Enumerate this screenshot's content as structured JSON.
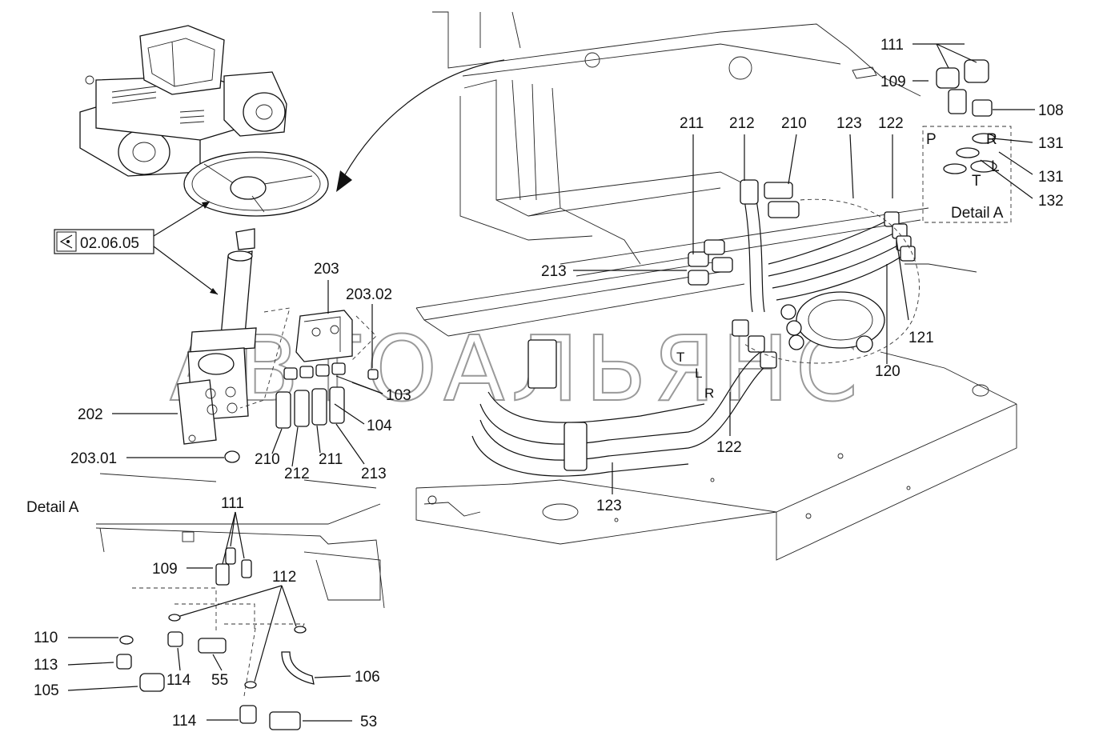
{
  "reference_box": {
    "text": "02.06.05"
  },
  "detail_label_top": "Detail A",
  "detail_label_left": "Detail A",
  "watermark": "АВТОАЛЬЯНС",
  "port_letters": {
    "p": "P",
    "r": "R",
    "l": "L",
    "t": "T"
  },
  "labels": {
    "l111_top": "111",
    "l109_top": "109",
    "l108": "108",
    "l131_a": "131",
    "l131_b": "131",
    "l132": "132",
    "l211_top": "211",
    "l212_top": "212",
    "l210_top": "210",
    "l123_top": "123",
    "l122_top": "122",
    "l213_mid": "213",
    "l121": "121",
    "l120": "120",
    "l122_bot": "122",
    "l123_bot": "123",
    "l203": "203",
    "l203_02": "203.02",
    "l103": "103",
    "l104": "104",
    "l202": "202",
    "l203_01": "203.01",
    "l210_bot": "210",
    "l212_bot": "212",
    "l211_bot": "211",
    "l213_bot": "213",
    "l111_det": "111",
    "l109_det": "109",
    "l112": "112",
    "l110": "110",
    "l113": "113",
    "l105": "105",
    "l114_a": "114",
    "l55": "55",
    "l106": "106",
    "l114_b": "114",
    "l53": "53"
  }
}
